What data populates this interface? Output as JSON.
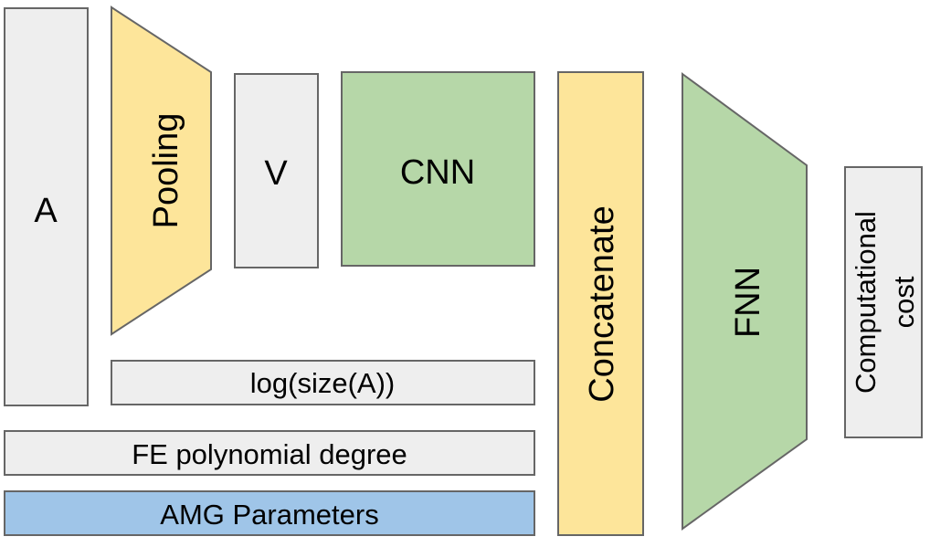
{
  "colors": {
    "gray": "#eeeeee",
    "yellow": "#fde59a",
    "green": "#b6d7a8",
    "blue": "#9fc5e8",
    "stroke": "#666666"
  },
  "blocks": {
    "a": {
      "label": "A"
    },
    "pooling": {
      "label": "Pooling"
    },
    "v": {
      "label": "V"
    },
    "cnn": {
      "label": "CNN"
    },
    "log_size": {
      "label": "log(size(A))"
    },
    "fe_degree": {
      "label": "FE polynomial degree"
    },
    "amg_params": {
      "label": "AMG Parameters"
    },
    "concatenate": {
      "label": "Concatenate"
    },
    "fnn": {
      "label": "FNN"
    },
    "output": {
      "line1": "Computational",
      "line2": "cost"
    }
  }
}
